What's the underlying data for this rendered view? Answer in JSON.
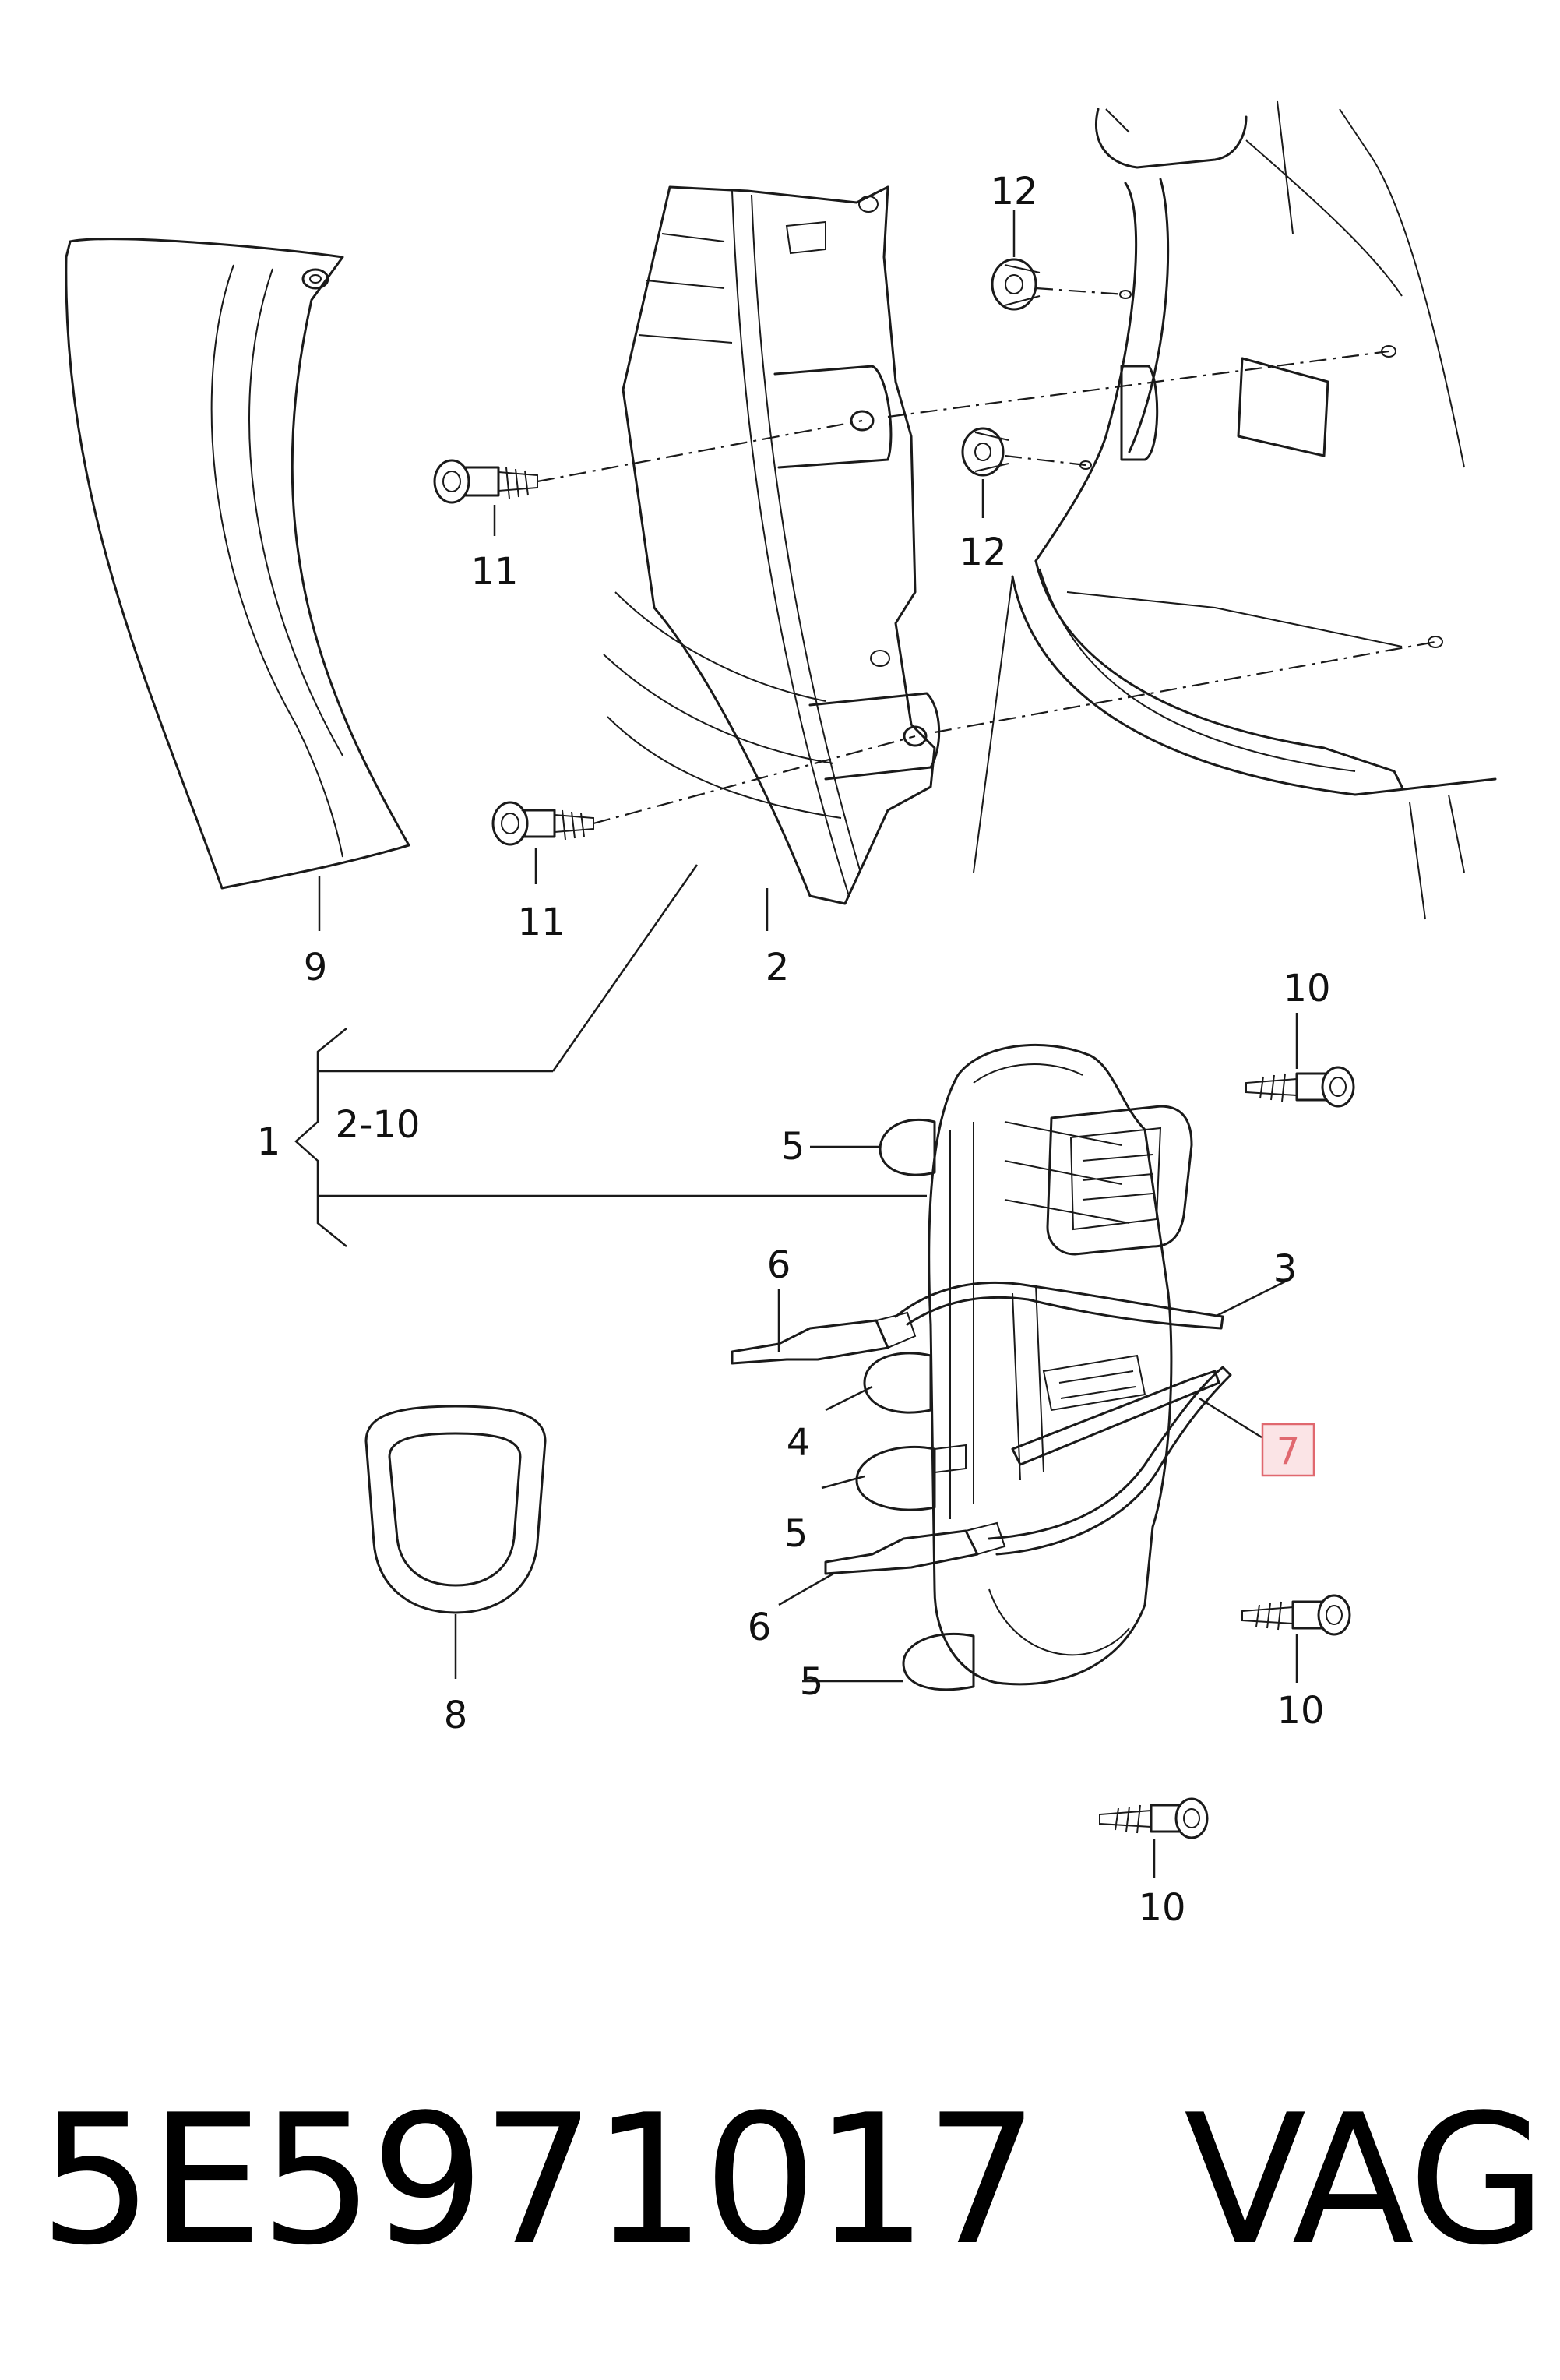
{
  "diagram": {
    "callouts": {
      "c1": "1",
      "c1_range": "2-10",
      "c2": "2",
      "c3": "3",
      "c4": "4",
      "c5a": "5",
      "c5b": "5",
      "c5c": "5",
      "c6a": "6",
      "c6b": "6",
      "c7": "7",
      "c8": "8",
      "c9": "9",
      "c10a": "10",
      "c10b": "10",
      "c10c": "10",
      "c11a": "11",
      "c11b": "11",
      "c12a": "12",
      "c12b": "12"
    },
    "highlighted_callout": "7",
    "highlight_color": "#e0686f"
  },
  "footer": {
    "part_number": "5E5971017",
    "brand": "VAG"
  }
}
